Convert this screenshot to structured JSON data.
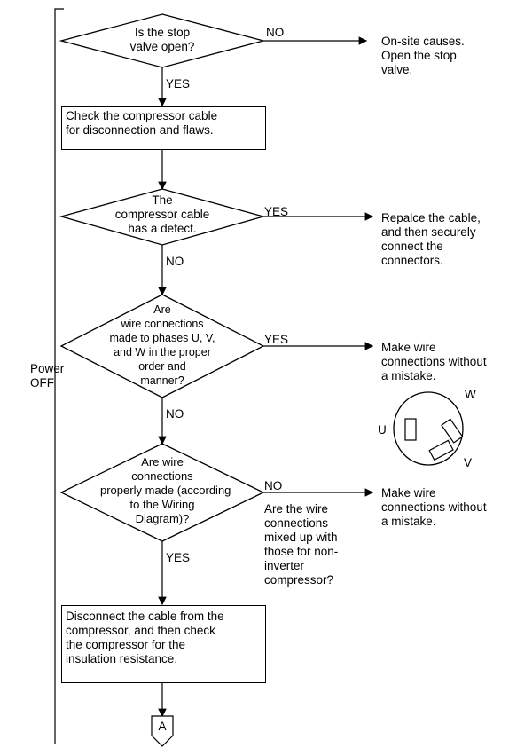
{
  "side_label": [
    "Power",
    "OFF"
  ],
  "d1": {
    "lines": [
      "Is the stop",
      "valve open?"
    ],
    "no": "NO",
    "yes": "YES",
    "result": [
      "On-site causes.",
      "Open the stop",
      "valve."
    ]
  },
  "box1": {
    "lines": [
      "Check the compressor cable",
      "for disconnection and flaws."
    ]
  },
  "d2": {
    "lines": [
      "The",
      "compressor cable",
      "has a defect."
    ],
    "yes": "YES",
    "no": "NO",
    "result": [
      "Repalce the cable,",
      "and then securely",
      "connect the",
      "connectors."
    ]
  },
  "d3": {
    "lines": [
      "Are",
      "wire connections",
      "made to phases U, V,",
      "and W in the proper",
      "order and",
      "manner?"
    ],
    "yes": "YES",
    "no": "NO",
    "result": [
      "Make wire",
      "connections without",
      "a mistake."
    ]
  },
  "phase": {
    "u": "U",
    "v": "V",
    "w": "W"
  },
  "d4": {
    "lines": [
      "Are wire",
      "connections",
      "properly made (according",
      "to the Wiring",
      "Diagram)?"
    ],
    "no": "NO",
    "yes": "YES",
    "note": [
      "Are the wire",
      "connections",
      "mixed up with",
      "those for non-",
      "inverter",
      "compressor?"
    ],
    "result": [
      "Make wire",
      "connections without",
      "a mistake."
    ]
  },
  "box2": {
    "lines": [
      "Disconnect the cable from the",
      "compressor, and then check",
      "the compressor for the",
      "insulation resistance."
    ]
  },
  "connector": "A"
}
